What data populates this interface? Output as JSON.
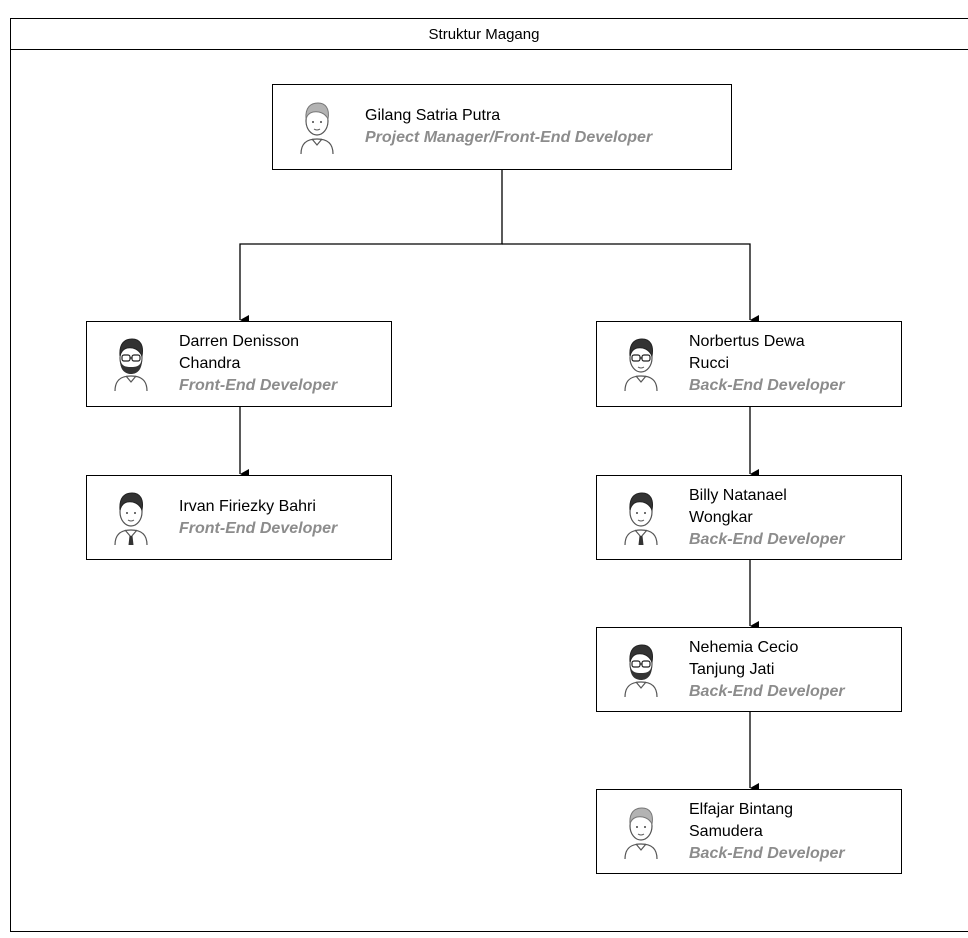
{
  "diagram": {
    "title": "Struktur Magang",
    "nodes": [
      {
        "name_lines": [
          "Gilang Satria Putra"
        ],
        "role": "Project Manager/Front-End Developer",
        "avatar": "man-light-hair-icon"
      },
      {
        "name_lines": [
          "Darren Denisson",
          "Chandra"
        ],
        "role": "Front-End Developer",
        "avatar": "man-beard-glasses-icon"
      },
      {
        "name_lines": [
          "Irvan Firiezky Bahri"
        ],
        "role": "Front-End Developer",
        "avatar": "man-tie-icon"
      },
      {
        "name_lines": [
          "Norbertus Dewa",
          "Rucci"
        ],
        "role": "Back-End Developer",
        "avatar": "man-glasses-icon"
      },
      {
        "name_lines": [
          "Billy Natanael",
          "Wongkar"
        ],
        "role": "Back-End Developer",
        "avatar": "man-tie-icon"
      },
      {
        "name_lines": [
          "Nehemia Cecio",
          "Tanjung Jati"
        ],
        "role": "Back-End Developer",
        "avatar": "man-beard-glasses-icon"
      },
      {
        "name_lines": [
          "Elfajar Bintang",
          "Samudera"
        ],
        "role": "Back-End Developer",
        "avatar": "man-light-hair-icon"
      }
    ],
    "edges": [
      [
        "0",
        "1"
      ],
      [
        "0",
        "3"
      ],
      [
        "1",
        "2"
      ],
      [
        "3",
        "4"
      ],
      [
        "4",
        "5"
      ],
      [
        "5",
        "6"
      ]
    ]
  }
}
